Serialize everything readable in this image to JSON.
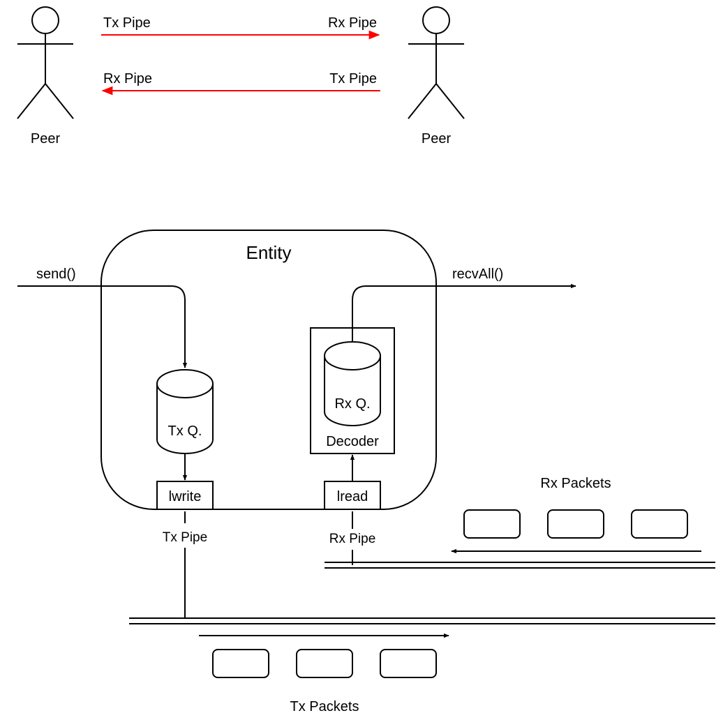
{
  "colors": {
    "stroke": "#000000",
    "peer_arrow": "#ff0000",
    "background": "#ffffff"
  },
  "peers": {
    "left_label": "Peer",
    "right_label": "Peer"
  },
  "peer_links": {
    "top": {
      "left_label": "Tx Pipe",
      "right_label": "Rx Pipe"
    },
    "bottom": {
      "left_label": "Rx Pipe",
      "right_label": "Tx Pipe"
    }
  },
  "entity": {
    "title": "Entity",
    "send_label": "send()",
    "recv_label": "recvAll()",
    "tx_queue": "Tx Q.",
    "rx_queue": "Rx Q.",
    "decoder": "Decoder",
    "lwrite": "lwrite",
    "lread": "lread"
  },
  "pipes": {
    "tx_label": "Tx Pipe",
    "rx_label": "Rx Pipe"
  },
  "packets": {
    "rx_title": "Rx Packets",
    "tx_title": "Tx Packets"
  }
}
